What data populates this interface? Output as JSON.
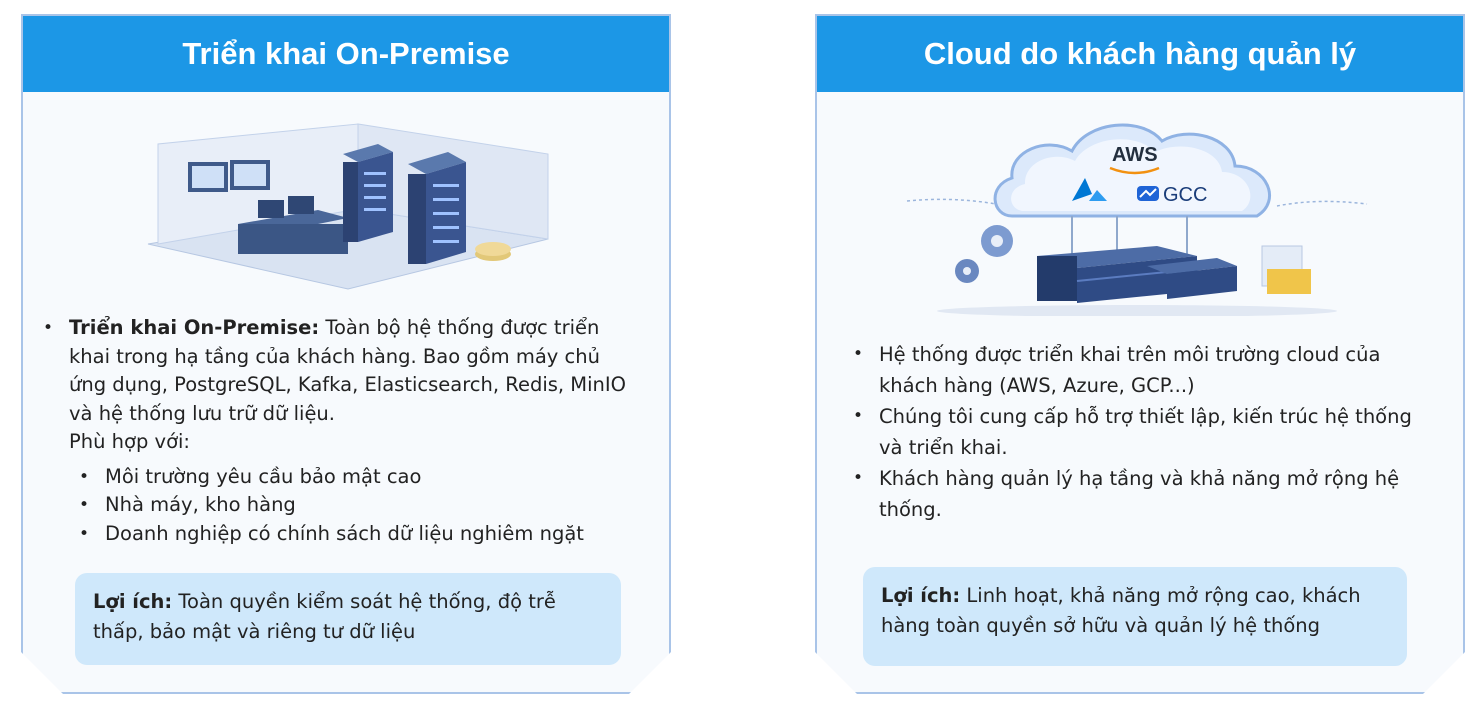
{
  "left": {
    "title": "Triển khai On-Premise",
    "bullet_lead": "Triển khai On-Premise:",
    "bullet_text": " Toàn bộ hệ thống được triển khai trong hạ tầng của khách hàng. Bao gồm máy chủ ứng dụng, PostgreSQL, Kafka, Elasticsearch, Redis, MinIO và hệ thống lưu trữ dữ liệu.",
    "suitable_label": "Phù hợp với:",
    "suitable_items": [
      "Môi trường yêu cầu bảo mật cao",
      "Nhà máy, kho hàng",
      "Doanh nghiệp có chính sách dữ liệu nghiêm ngặt"
    ],
    "benefit_label": "Lợi ích:",
    "benefit_text": " Toàn quyền kiểm soát hệ thống, độ trễ thấp, bảo mật và riêng tư dữ liệu"
  },
  "right": {
    "title": "Cloud do khách hàng quản lý",
    "cloud_labels": [
      "AWS",
      "GCC"
    ],
    "bullets": [
      "Hệ thống được triển khai trên môi trường cloud của khách hàng (AWS, Azure, GCP...)",
      "Chúng tôi cung cấp hỗ trợ thiết lập, kiến trúc hệ thống và triển khai.",
      "Khách hàng quản lý hạ tầng và khả năng mở rộng hệ thống."
    ],
    "benefit_label": "Lợi ích:",
    "benefit_text": " Linh hoạt, khả năng mở rộng cao, khách hàng toàn quyền sở hữu và quản lý hệ thống"
  }
}
